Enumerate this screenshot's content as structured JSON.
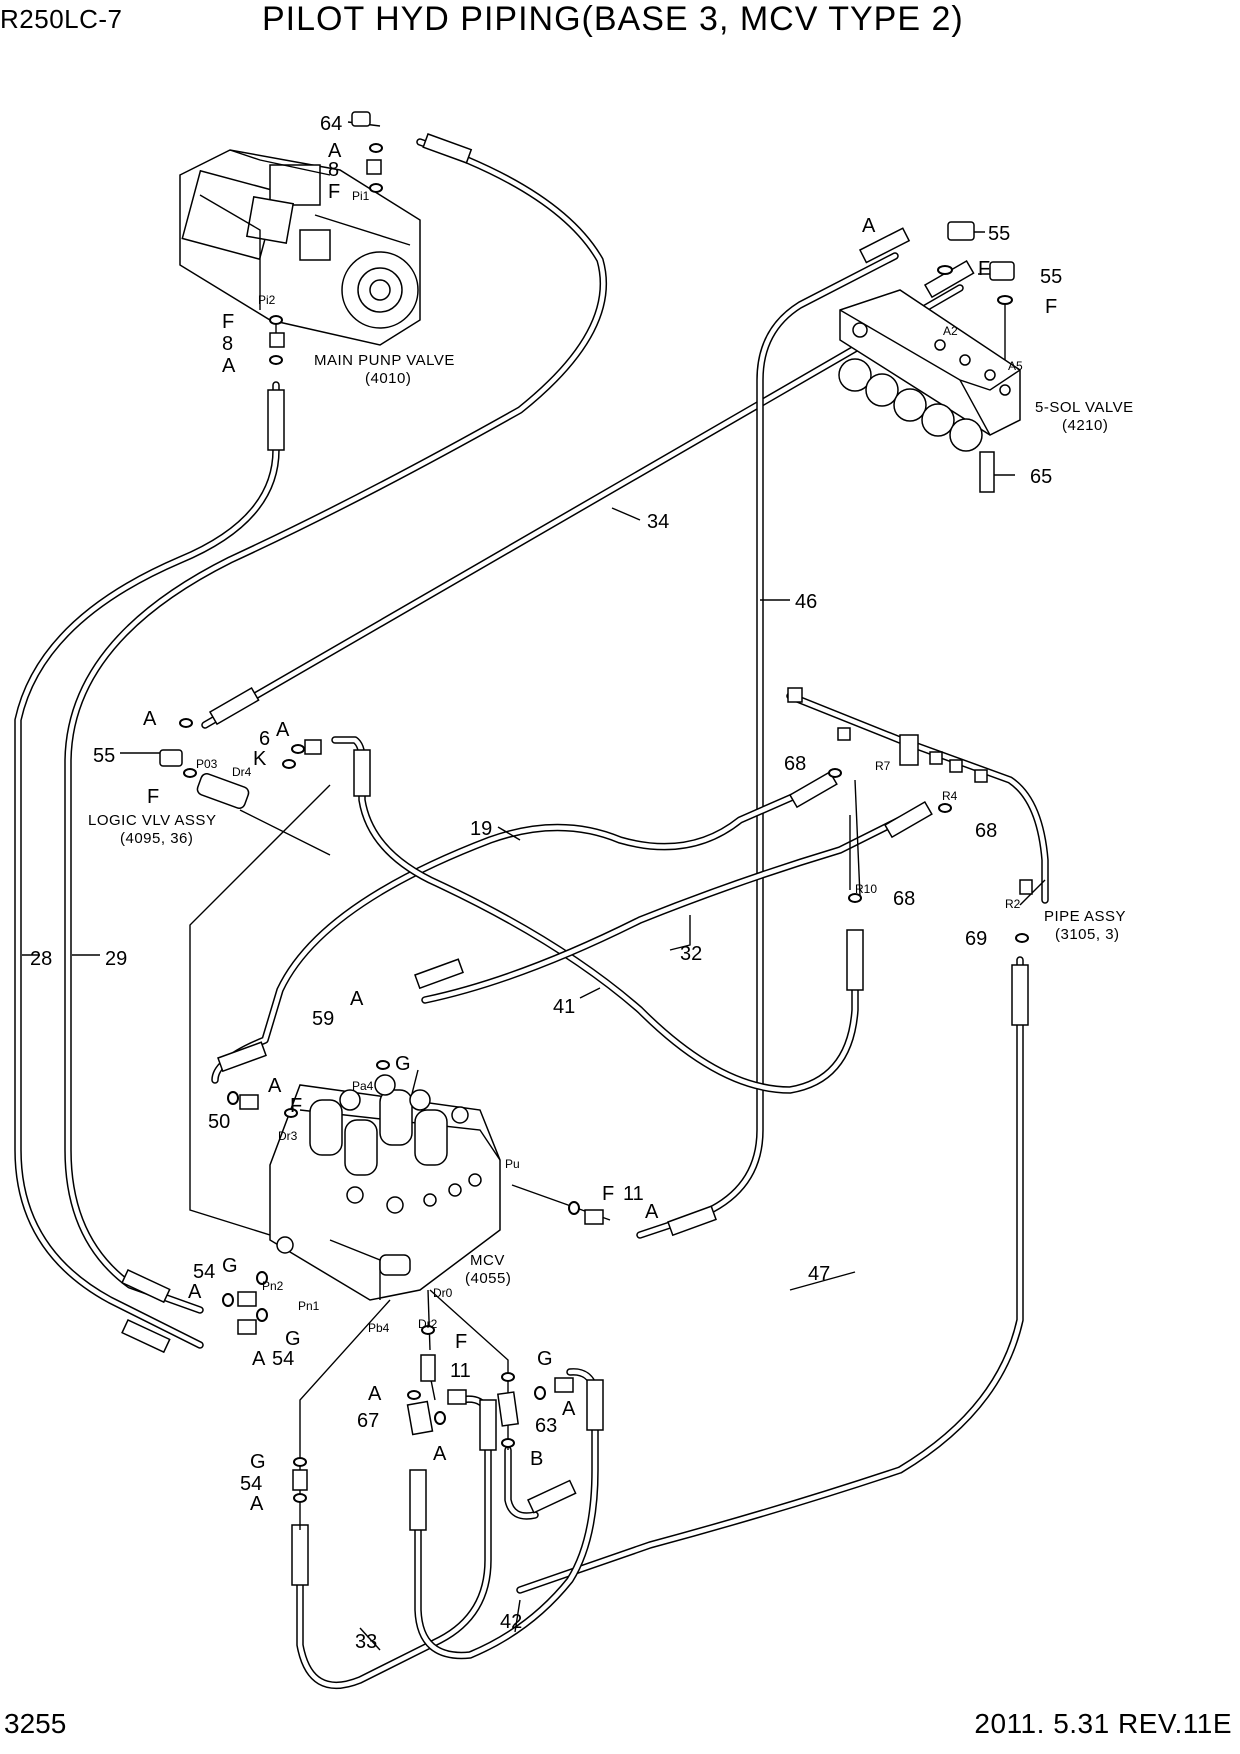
{
  "header": {
    "model": "R250LC-7",
    "title": "PILOT HYD PIPING(BASE 3, MCV TYPE 2)"
  },
  "footer": {
    "page_number": "3255",
    "revision": "2011. 5.31  REV.11E"
  },
  "components": {
    "main_pump": {
      "name": "MAIN PUNP VALVE",
      "ref": "(4010)",
      "ports": [
        "Pi1",
        "Pi2"
      ]
    },
    "sol_valve": {
      "name": "5-SOL VALVE",
      "ref": "(4210)",
      "ports": [
        "A2",
        "A5"
      ]
    },
    "logic_valve": {
      "name": "LOGIC VLV ASSY",
      "ref": "(4095, 36)",
      "ports": [
        "P03",
        "Dr4"
      ]
    },
    "pipe_assy": {
      "name": "PIPE ASSY",
      "ref": "(3105, 3)",
      "ports": [
        "R7",
        "R4",
        "R10",
        "R2"
      ]
    },
    "mcv": {
      "name": "MCV",
      "ref": "(4055)",
      "ports": [
        "Pa4",
        "Dr3",
        "Pu",
        "Pn2",
        "Pn1",
        "Pb4",
        "Dr0",
        "Dr2"
      ]
    }
  },
  "callouts": {
    "c64": "64",
    "pA1": "A",
    "c8a": "8",
    "pF1": "F",
    "pF2": "F",
    "c8b": "8",
    "pA2": "A",
    "pA3": "A",
    "c55a": "55",
    "pF3": "F",
    "c55b": "55",
    "pF4": "F",
    "c65": "65",
    "c34": "34",
    "c46": "46",
    "pA4": "A",
    "c55c": "55",
    "pF5": "F",
    "c6": "6",
    "pA5": "A",
    "pK": "K",
    "c68a": "68",
    "c68b": "68",
    "c68c": "68",
    "c69": "69",
    "c19": "19",
    "c32": "32",
    "c41": "41",
    "c28": "28",
    "c29": "29",
    "pA6": "A",
    "c59": "59",
    "pG1": "G",
    "pA7": "A",
    "c50": "50",
    "pF6": "F",
    "pF7": "F",
    "c11a": "11",
    "pA8": "A",
    "c54a": "54",
    "pG2": "G",
    "pA9": "A",
    "pG3": "G",
    "pA10": "A",
    "c54b": "54",
    "c47": "47",
    "pF8": "F",
    "c11b": "11",
    "pG4": "G",
    "pA11": "A",
    "c67": "67",
    "pA12": "A",
    "c63": "63",
    "pA13": "A",
    "pB": "B",
    "pG5": "G",
    "c54c": "54",
    "pA14": "A",
    "c33": "33",
    "c42": "42"
  }
}
